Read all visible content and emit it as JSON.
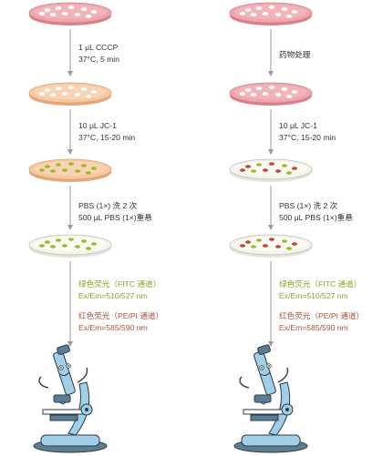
{
  "colors": {
    "dish_pink": "#f0a6ad",
    "dish_pink_dark": "#de7f88",
    "dish_peach": "#f6c9a0",
    "dish_peach_dark": "#e6a878",
    "dish_clear": "#f6f4ea",
    "dish_rim": "#bdbdbd",
    "cell_white": "#ffffff",
    "cell_green": "#9bbb2b",
    "cell_red": "#c9432f",
    "arrow": "#9a9a9a",
    "green_text": "#8aa52a",
    "red_text": "#b0533a",
    "microscope_body": "#9fd0e8",
    "microscope_dark": "#5a7f94",
    "microscope_outline": "#2d3a44"
  },
  "left_column": {
    "steps": [
      {
        "line1": "1 μL CCCP",
        "line2": "37°C, 5 min"
      },
      {
        "line1": "10 μL JC-1",
        "line2": "37°C, 15-20 min"
      },
      {
        "line1": "PBS (1×) 洗 2 次",
        "line2": "500 μL PBS (1×)重悬"
      }
    ],
    "green_channel": {
      "line1": "绿色荧光（FITC 通道）",
      "line2": "Ex/Em=510/527 nm"
    },
    "red_channel": {
      "line1": "红色荧光（PE/PI 通道）",
      "line2": "Ex/Em=585/590 nm"
    }
  },
  "right_column": {
    "steps": [
      {
        "line1": "药物处理",
        "line2": ""
      },
      {
        "line1": "10 μL JC-1",
        "line2": "37°C, 15-20 min"
      },
      {
        "line1": "PBS (1×) 洗 2 次",
        "line2": "500 μL PBS (1×)重悬"
      }
    ],
    "green_channel": {
      "line1": "绿色荧光（FITC 通道）",
      "line2": "Ex/Em=510/527 nm"
    },
    "red_channel": {
      "line1": "红色荧光（PE/PI 通道）",
      "line2": "Ex/Em=585/590 nm"
    }
  }
}
